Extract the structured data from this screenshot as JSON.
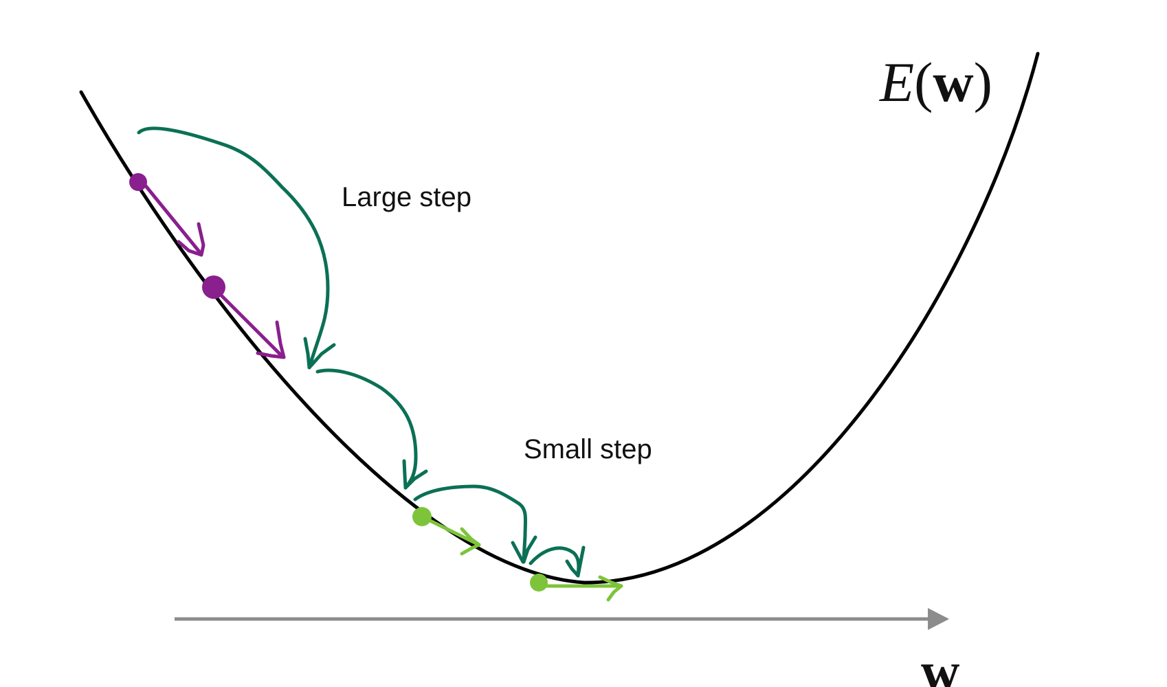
{
  "diagram": {
    "function_label": {
      "italic": "E",
      "open": "(",
      "bold": "w",
      "close": ")"
    },
    "axis_label": "w",
    "annotations": {
      "large_step": "Large step",
      "small_step": "Small step"
    },
    "colors": {
      "curve": "#000000",
      "axis": "#8c8c8c",
      "large_step_marker": "#8a1f8e",
      "small_step_marker": "#7dc43a",
      "hop_arrow": "#0b7055"
    }
  }
}
